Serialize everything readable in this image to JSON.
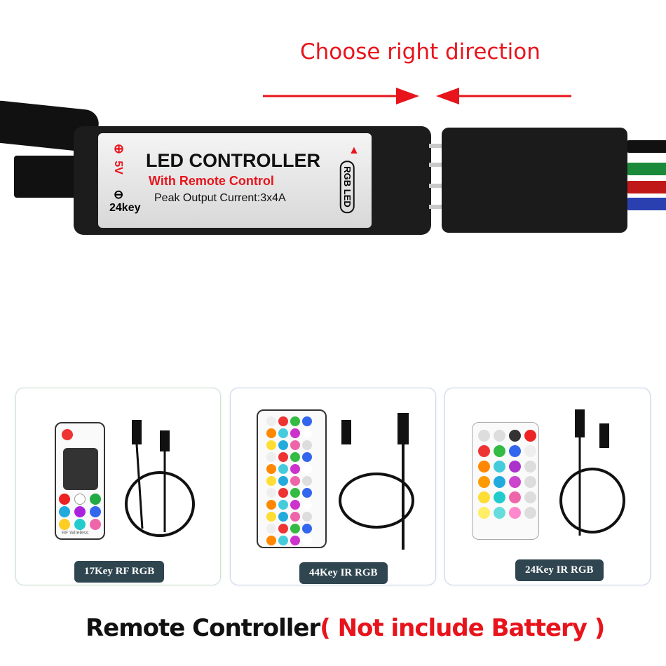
{
  "headline": "Choose right direction",
  "controller": {
    "title": "LED CONTROLLER",
    "subtitle": "With Remote Control",
    "output": "Peak Output Current:3x4A",
    "voltage": "5V",
    "keys": "24key",
    "port": "RGB LED"
  },
  "products": [
    {
      "label": "17Key RF RGB",
      "remote_footer": "RF Wireless"
    },
    {
      "label": "44Key IR RGB"
    },
    {
      "label": "24Key IR RGB"
    }
  ],
  "footer": {
    "main": "Remote Controller",
    "note": "( Not include Battery )"
  },
  "colors": {
    "accent_red": "#e8141c",
    "badge": "#2f4550"
  }
}
